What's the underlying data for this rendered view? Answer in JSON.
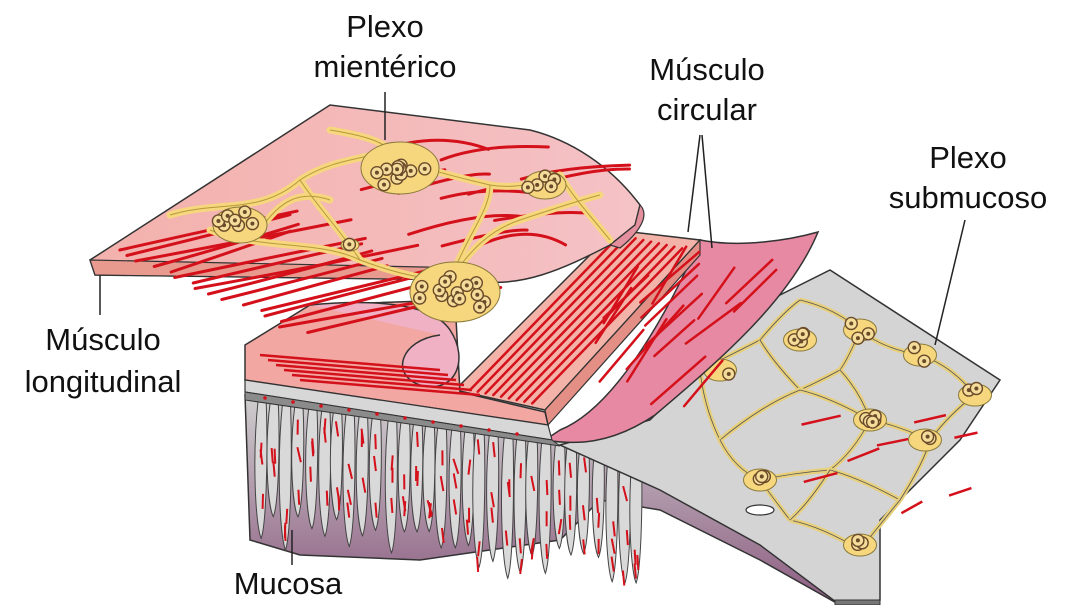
{
  "labels": {
    "myenteric_plexus": [
      "Plexo",
      "mientérico"
    ],
    "circular_muscle": [
      "Músculo",
      "circular"
    ],
    "submucosal_plexus": [
      "Plexo",
      "submucoso"
    ],
    "longitudinal_muscle": [
      "Músculo",
      "longitudinal"
    ],
    "mucosa": "Mucosa"
  },
  "colors": {
    "muscle_pink": "#f2a7a7",
    "muscle_light": "#f7c6c3",
    "muscle_deep": "#e1708a",
    "fiber_red": "#d4111b",
    "plexus_yellow": "#f6d77d",
    "ganglion_cell": "#f4dc9a",
    "submucosa_gray": "#c9c9c9",
    "submucosa_light": "#dcdcdc",
    "mucosa_purple": "#a0708e",
    "outline": "#333333"
  }
}
